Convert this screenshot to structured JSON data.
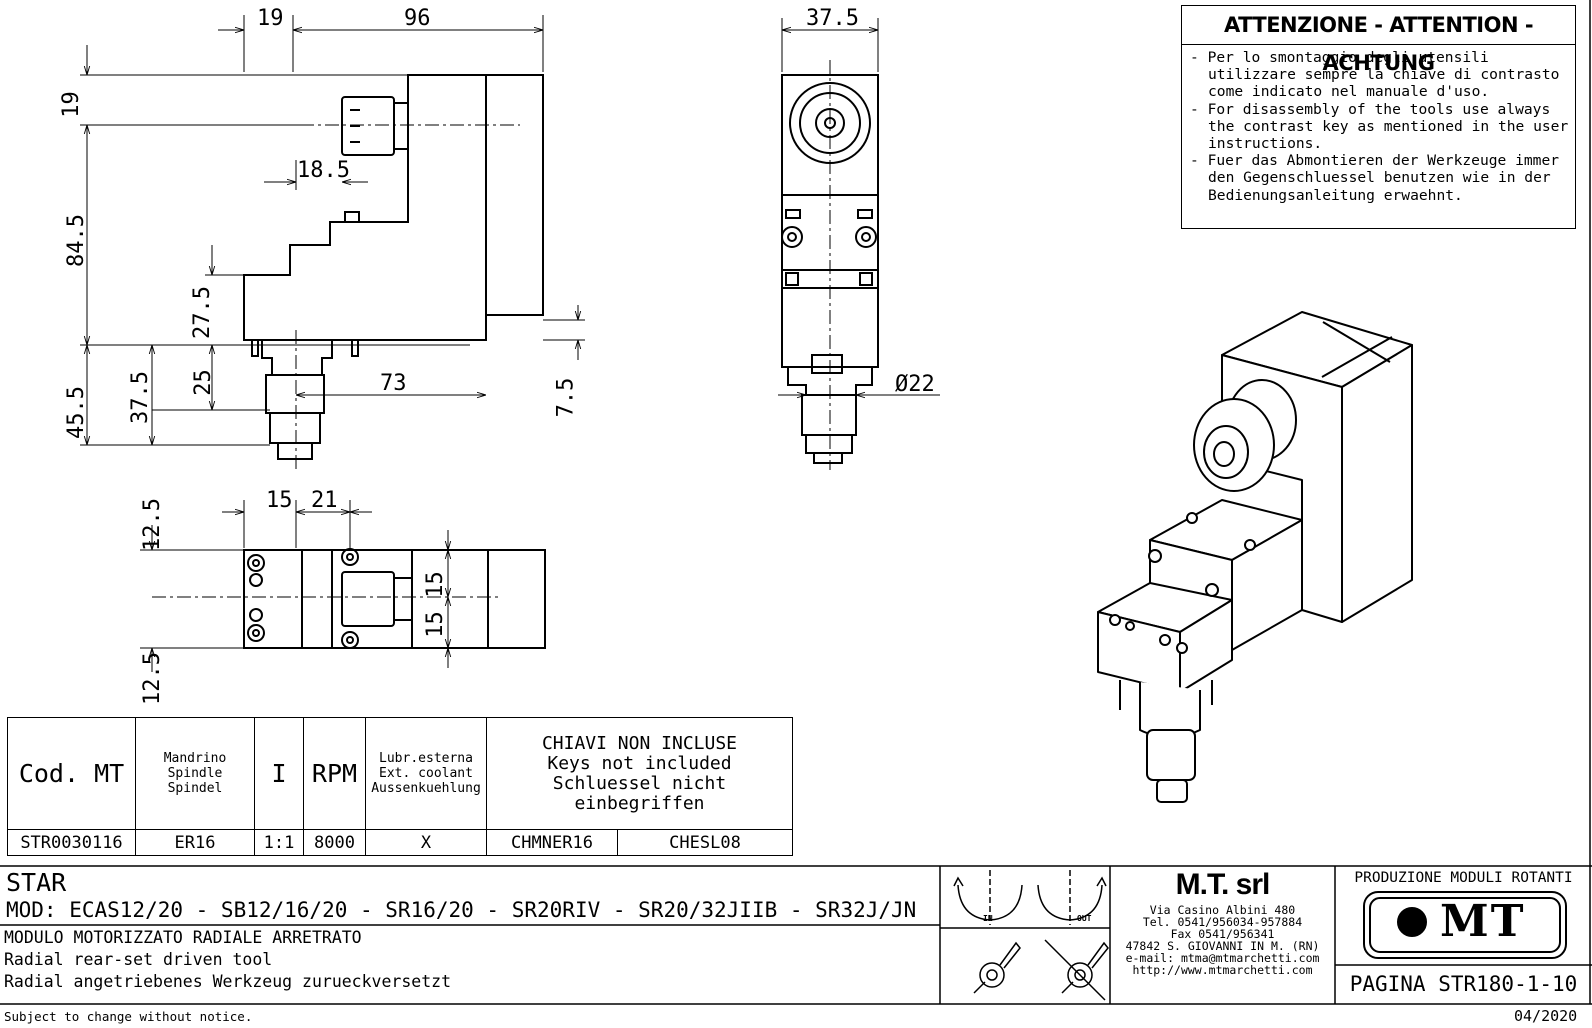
{
  "dimensions": {
    "top_19": "19",
    "top_96": "96",
    "top_37_5": "37.5",
    "left_19": "19",
    "left_84_5": "84.5",
    "left_45_5": "45.5",
    "v_37_5": "37.5",
    "v_27_5": "27.5",
    "v_25": "25",
    "h_18_5": "18.5",
    "h_73": "73",
    "v_7_5": "7.5",
    "dia_22": "Ø22",
    "plan_15": "15",
    "plan_21": "21",
    "plan_12_5_top": "12.5",
    "plan_12_5_bottom": "12.5",
    "plan_15_a": "15",
    "plan_15_b": "15"
  },
  "warning": {
    "title": "ATTENZIONE - ATTENTION - ACHTUNG",
    "items": [
      "- Per lo smontaggio degli utensili utilizzare sempre la chiave di contrasto come indicato nel manuale d'uso.",
      "- For disassembly of the tools use always the contrast key as mentioned in the user instructions.",
      "- Fuer das Abmontieren der Werkzeuge immer den Gegenschluessel benutzen wie in der Bedienungsanleitung erwaehnt."
    ]
  },
  "spec_table": {
    "h_code": "Cod. MT",
    "h_spindle": [
      "Mandrino",
      "Spindle",
      "Spindel"
    ],
    "h_ratio": "I",
    "h_rpm": "RPM",
    "h_coolant": [
      "Lubr.esterna",
      "Ext. coolant",
      "Aussenkuehlung"
    ],
    "h_keys": [
      "CHIAVI NON INCLUSE",
      "Keys not included",
      "Schluessel nicht einbegriffen"
    ],
    "row": {
      "code": "STR0030116",
      "spindle": "ER16",
      "ratio": "1:1",
      "rpm": "8000",
      "coolant": "X",
      "key1": "CHMNER16",
      "key2": "CHESL08"
    }
  },
  "title_block": {
    "machine": "STAR",
    "models": "MOD: ECAS12/20 - SB12/16/20 - SR16/20 - SR20RIV - SR20/32JIIB - SR32J/JN",
    "desc_it": "MODULO MOTORIZZATO RADIALE ARRETRATO",
    "desc_en": "Radial rear-set driven tool",
    "desc_de": "Radial angetriebenes Werkzeug zurueckversetzt",
    "rot_in": "IN",
    "rot_out": "OUT",
    "company": "M.T. srl",
    "address": [
      "Via Casino Albini 480",
      "Tel. 0541/956034-957884",
      "Fax 0541/956341",
      "47842 S. GIOVANNI IN M. (RN)",
      "e-mail: mtma@mtmarchetti.com",
      "http://www.mtmarchetti.com"
    ],
    "production": "PRODUZIONE MODULI ROTANTI",
    "logo_text": "MT",
    "page": "PAGINA STR180-1-10",
    "notice": "Subject to change without notice.",
    "date": "04/2020"
  }
}
